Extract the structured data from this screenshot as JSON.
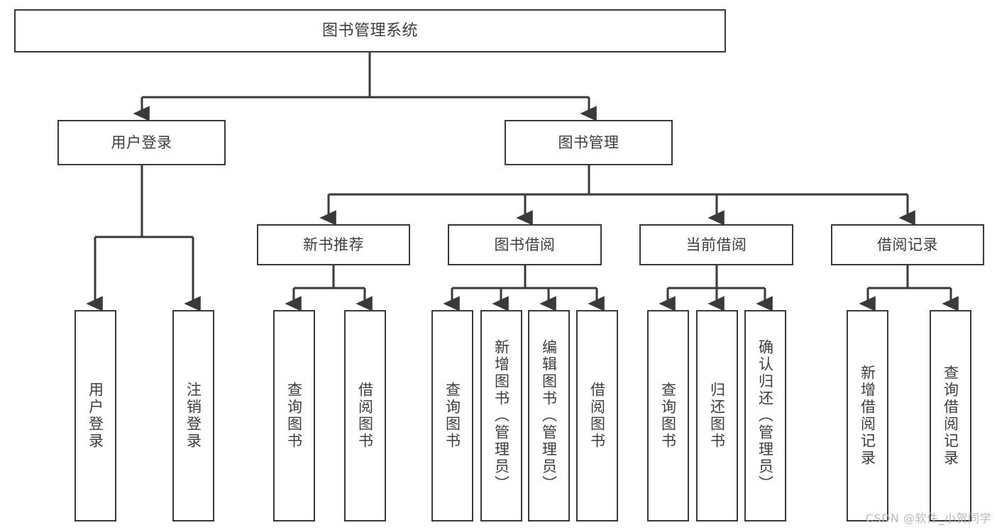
{
  "diagram": {
    "title": "图书管理系统",
    "type": "tree-hierarchy",
    "watermark": "CSDN @软件_小贺同学",
    "line_color": "#3a3a3a",
    "box_fill": "#ffffff",
    "text_color": "#3d3d3d"
  },
  "nodes": {
    "root": {
      "label": "图书管理系统"
    },
    "level2": [
      {
        "label": "用户登录"
      },
      {
        "label": "图书管理"
      }
    ],
    "level3": [
      {
        "label": "新书推荐"
      },
      {
        "label": "图书借阅"
      },
      {
        "label": "当前借阅"
      },
      {
        "label": "借阅记录"
      }
    ],
    "leaves": {
      "user_login": [
        {
          "label": "用户登录"
        },
        {
          "label": "注销登录"
        }
      ],
      "new_book_recommend": [
        {
          "label": "查询图书"
        },
        {
          "label": "借阅图书"
        }
      ],
      "book_borrow": [
        {
          "label": "查询图书"
        },
        {
          "label": "新增图书（管理员）"
        },
        {
          "label": "编辑图书（管理员）"
        },
        {
          "label": "借阅图书"
        }
      ],
      "current_borrow": [
        {
          "label": "查询图书"
        },
        {
          "label": "归还图书"
        },
        {
          "label": "确认归还（管理员）"
        }
      ],
      "borrow_record": [
        {
          "label": "新增借阅记录"
        },
        {
          "label": "查询借阅记录"
        }
      ]
    }
  }
}
